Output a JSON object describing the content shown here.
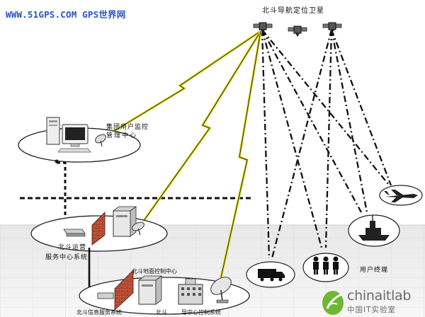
{
  "site_url": "WWW.51GPS.COM GPS世界网",
  "labels": {
    "satellite_system": "北斗导航定位卫星",
    "group_monitor_line1": "集团用户监控",
    "group_monitor_line2": "管理中心",
    "operation_line1": "北斗运营",
    "operation_line2": "服务中心系统",
    "ground_control": "北斗地面控制中心",
    "info_service": "北斗信息服务系统",
    "center_control_a": "北斗",
    "center_control_b": "导中心控制系统",
    "user_terminal": "用户终端"
  },
  "brand": {
    "name": "chinaitlab",
    "sub": "中国IT实验室"
  },
  "colors": {
    "url_blue": "#2a53c6",
    "lightning_yellow": "#e6e02a",
    "firewall_red": "#b4442e",
    "logo_green": "#6cb832"
  }
}
